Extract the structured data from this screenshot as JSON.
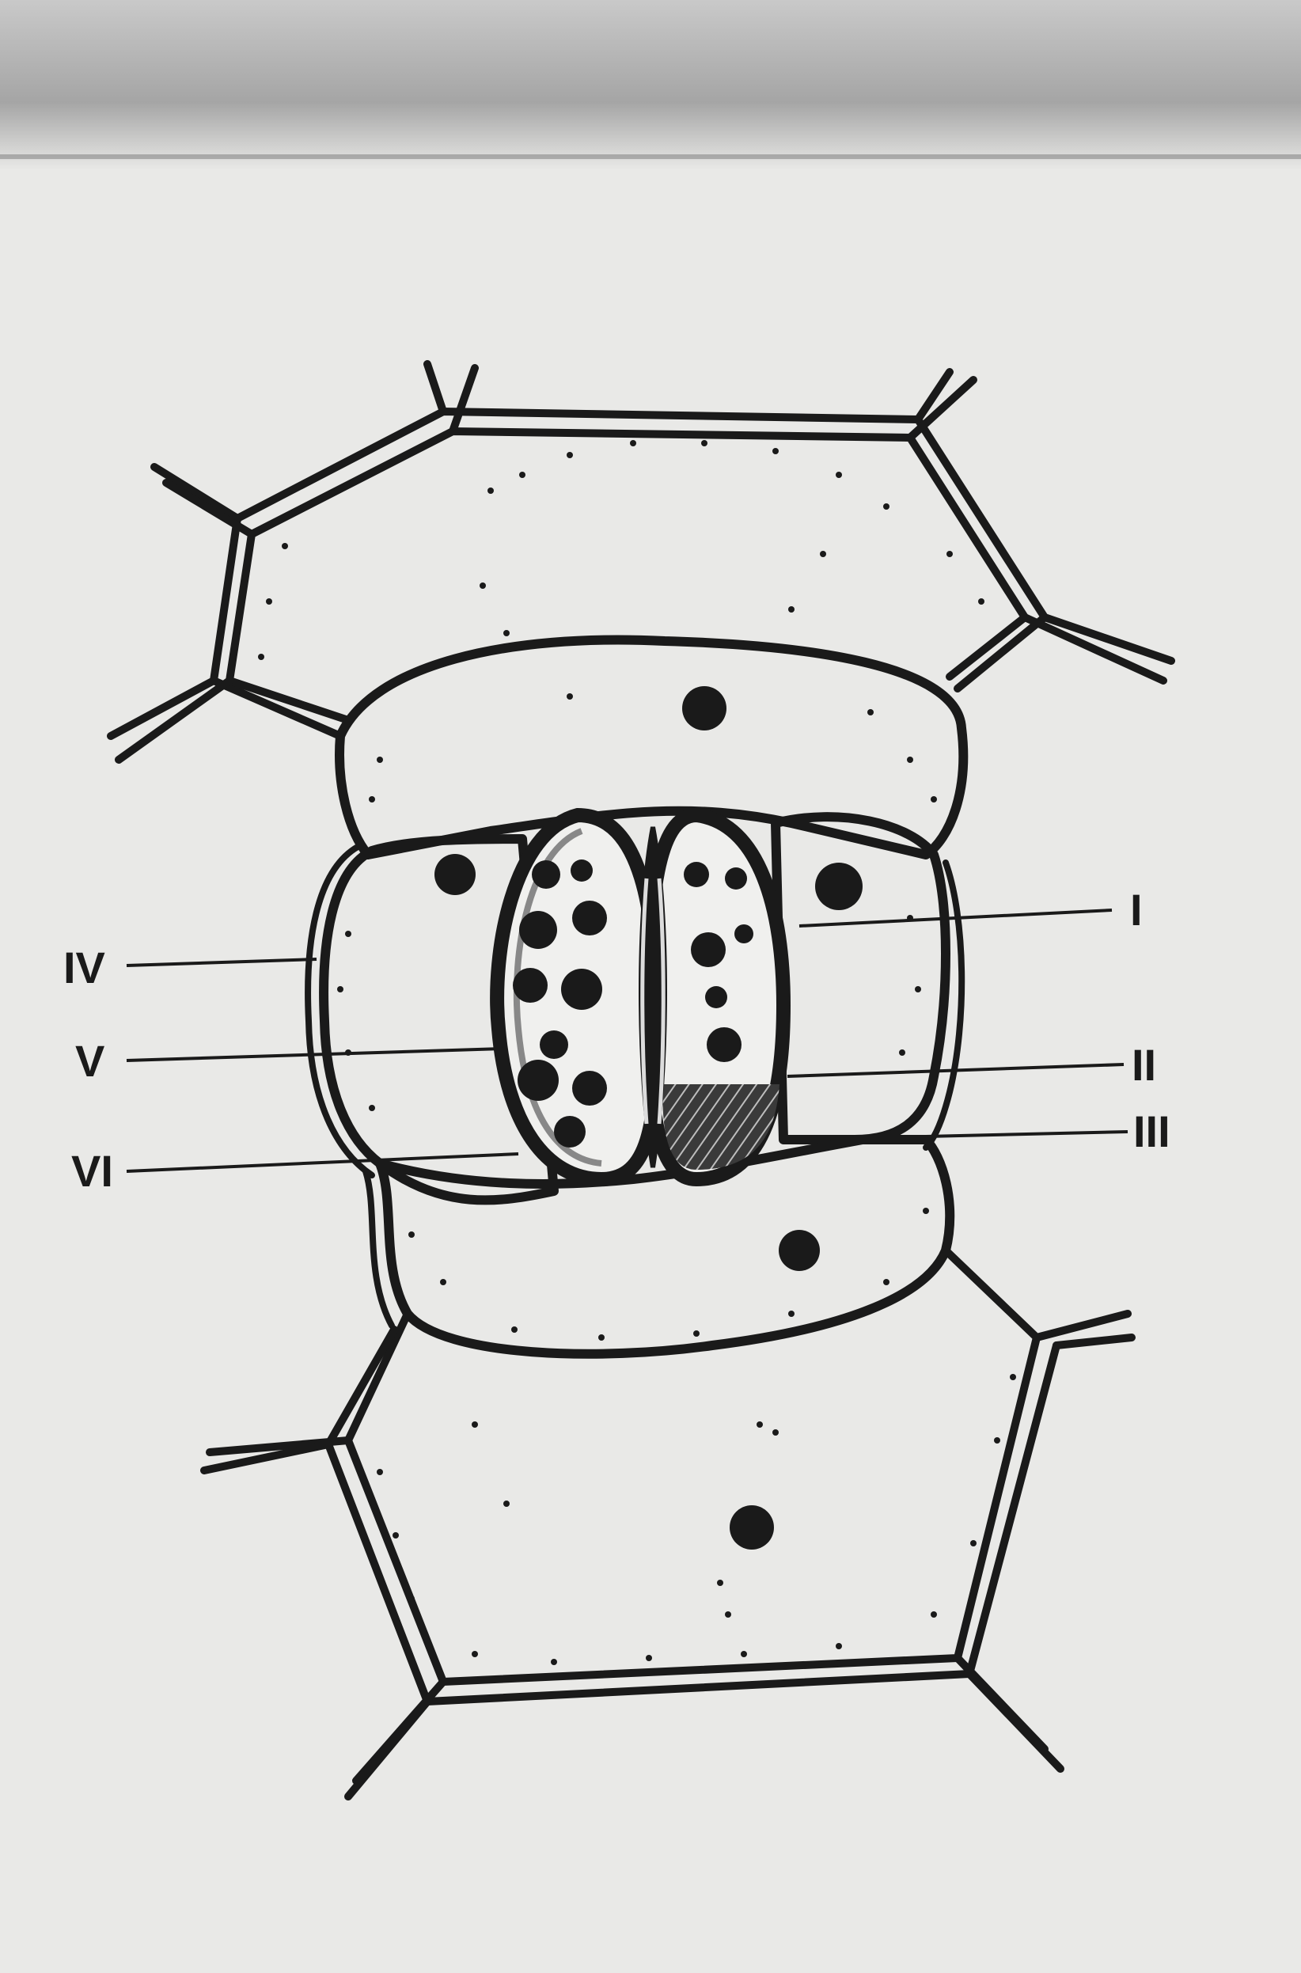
{
  "diagram": {
    "labels": {
      "i": "I",
      "ii": "II",
      "iii": "III",
      "iv": "IV",
      "v": "V",
      "vi": "VI"
    },
    "colors": {
      "paper": "#e9e9e7",
      "ink": "#1a1a1a",
      "top_shadow": "#9a9a9a"
    }
  }
}
